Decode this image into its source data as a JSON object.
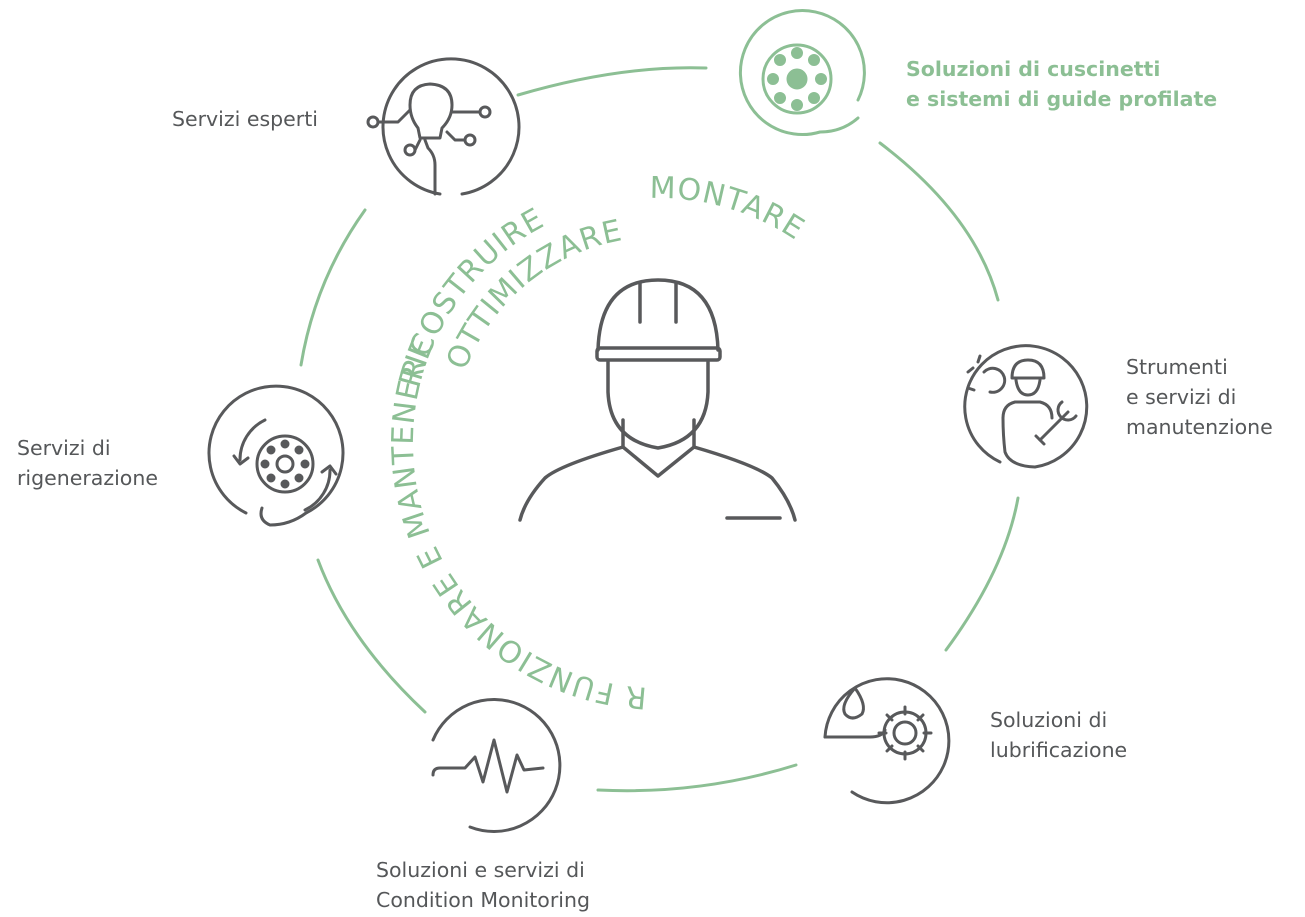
{
  "colors": {
    "accent": "#8cbf94",
    "icon_stroke": "#58595b",
    "text": "#555759"
  },
  "phases": {
    "optimize": "OTTIMIZZARE",
    "mount": "MONTARE",
    "operate": "FAR FUNZIONARE E MANTENERE",
    "rebuild": "RICOSTRUIRE"
  },
  "services": {
    "bearings": {
      "line1": "Soluzioni di cuscinetti",
      "line2": "e sistemi di guide profilate",
      "icon": "bearing-icon"
    },
    "maintenance": {
      "line1": "Strumenti",
      "line2": "e servizi di",
      "line3": "manutenzione",
      "icon": "technician-tools-icon"
    },
    "lubrication": {
      "line1": "Soluzioni di",
      "line2": "lubrificazione",
      "icon": "oil-drop-gear-icon"
    },
    "condition": {
      "line1": "Soluzioni e servizi di",
      "line2": "Condition Monitoring",
      "icon": "vibration-wave-icon"
    },
    "regeneration": {
      "line1": "Servizi di",
      "line2": "rigenerazione",
      "icon": "refurbish-bearing-icon"
    },
    "expert": {
      "line1": "Servizi esperti",
      "icon": "lightbulb-circuit-icon"
    }
  },
  "center": {
    "icon": "worker-hardhat-icon"
  }
}
